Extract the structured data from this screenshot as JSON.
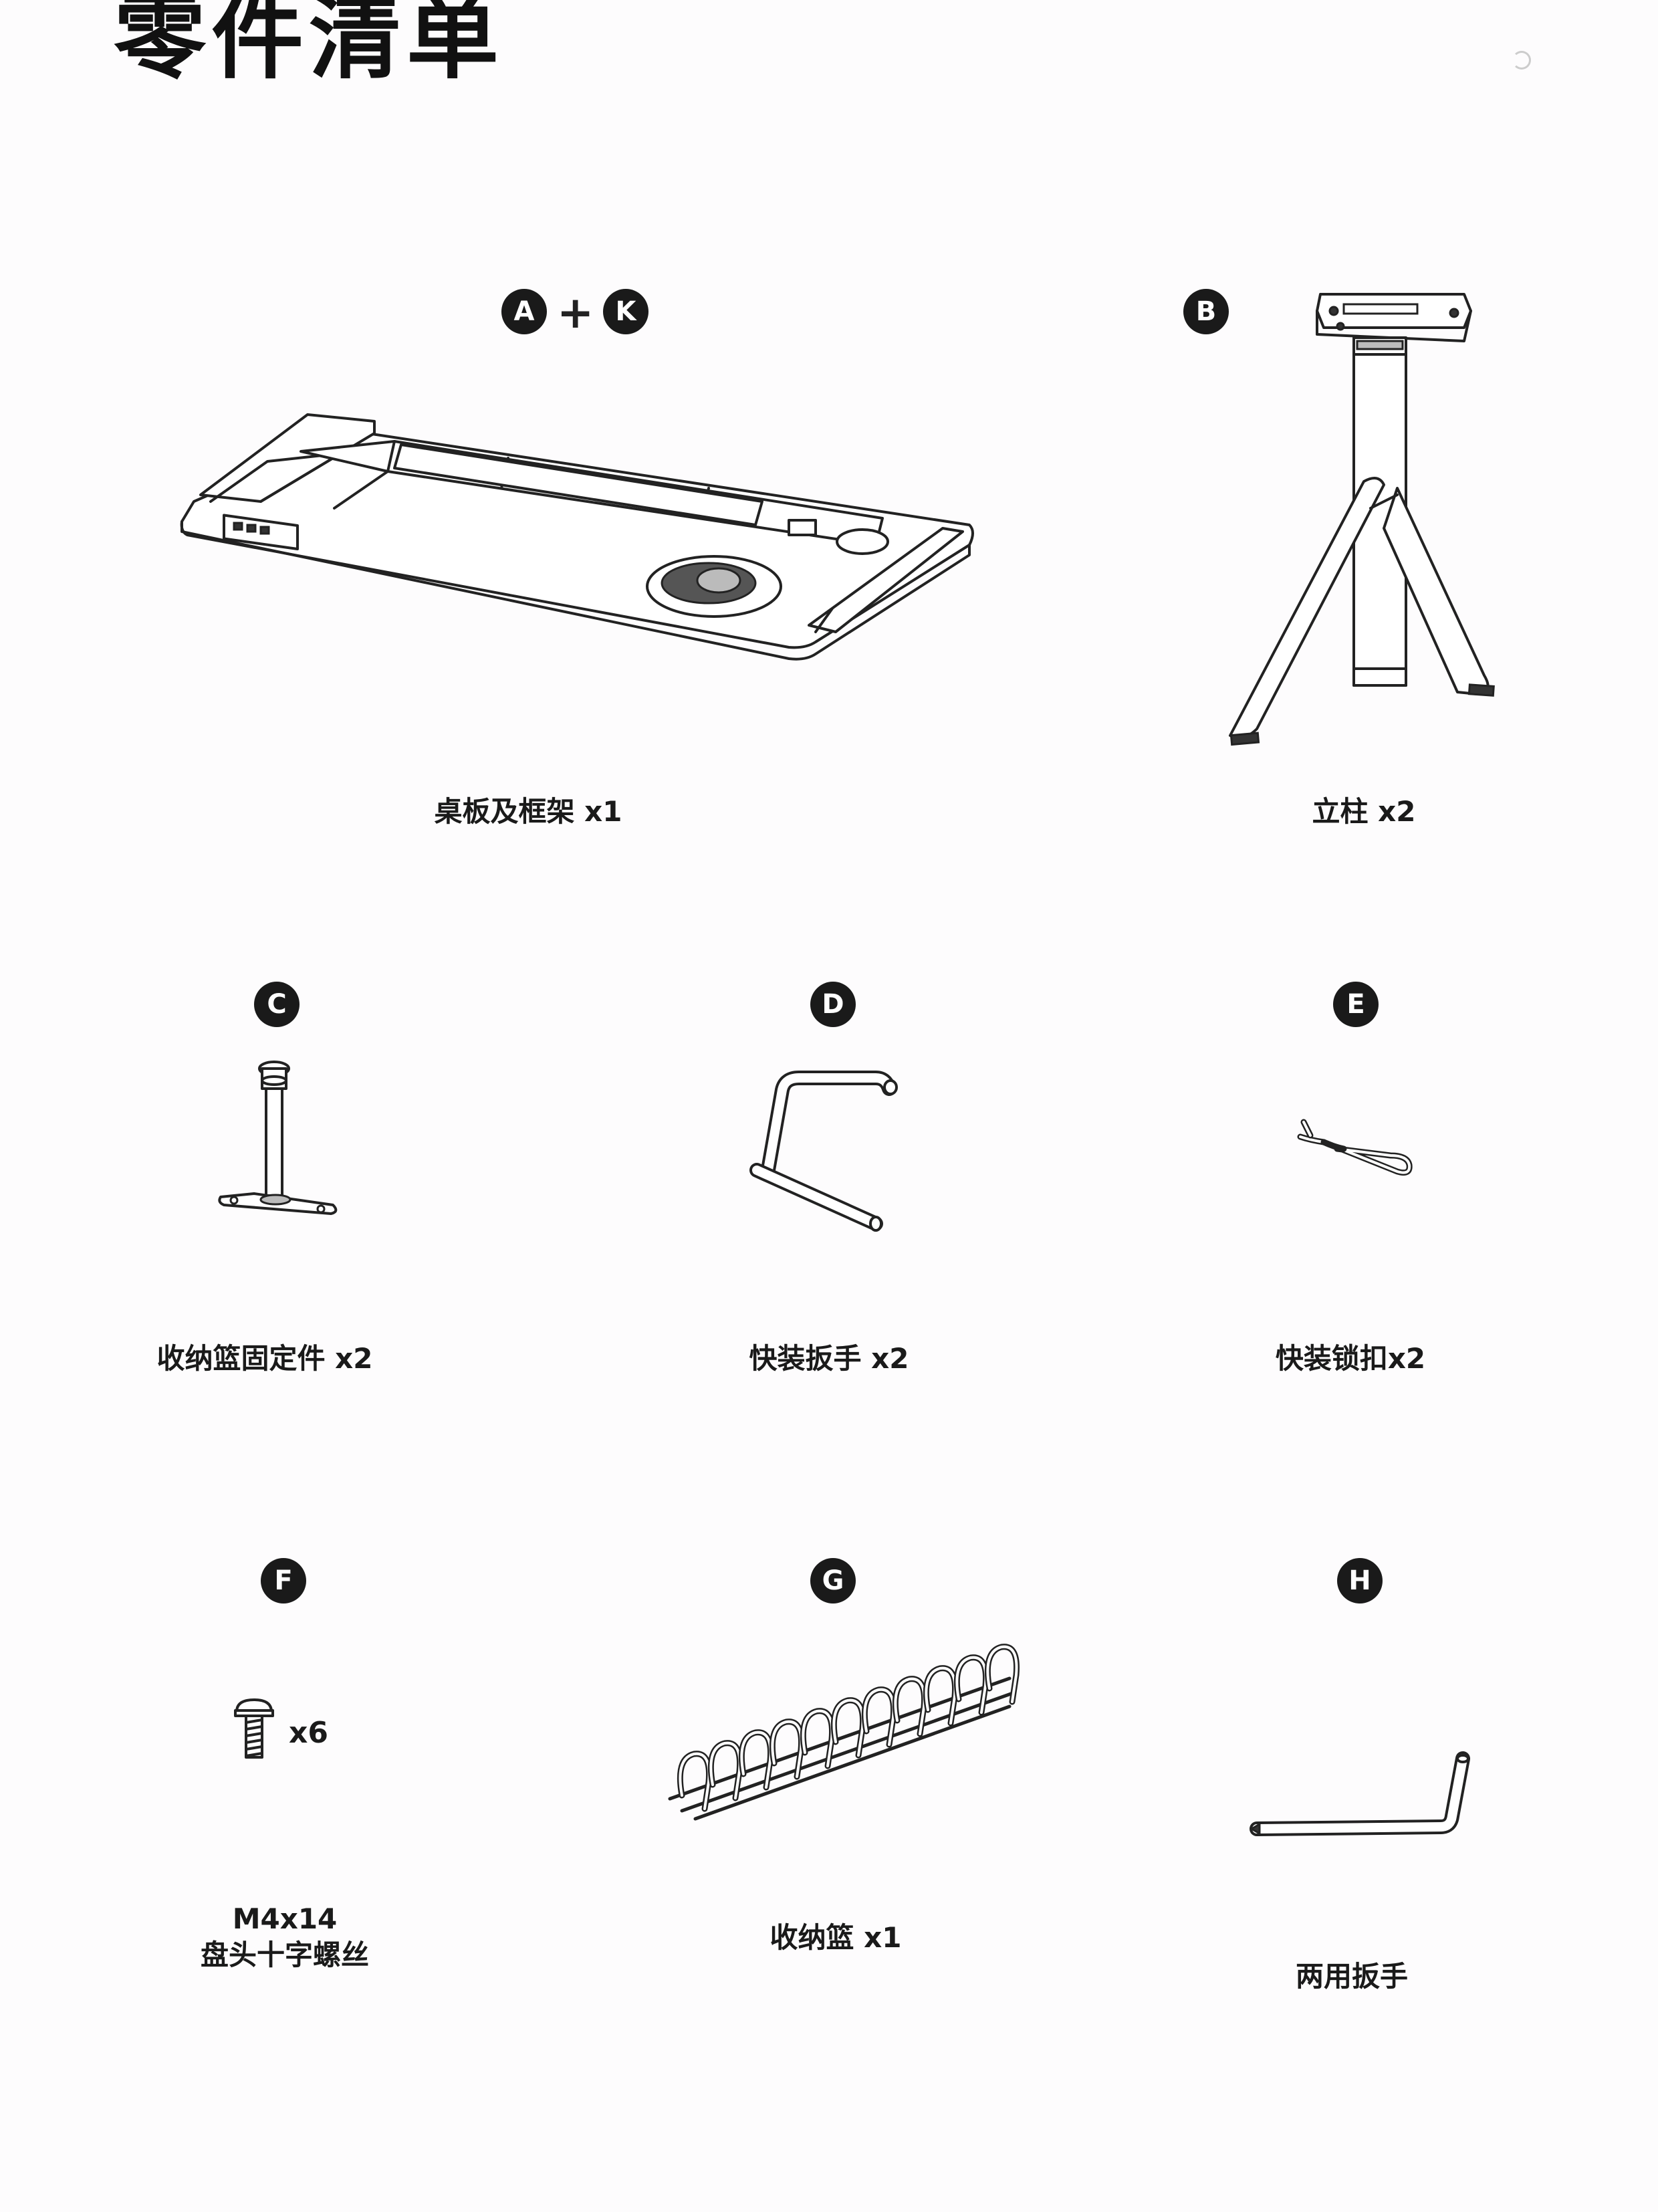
{
  "page": {
    "title": "零件清单"
  },
  "parts": {
    "ak": {
      "badge_a": "A",
      "plus": "+",
      "badge_b": "K",
      "label": "桌板及框架 x1"
    },
    "b": {
      "badge": "B",
      "label": "立柱 x2"
    },
    "c": {
      "badge": "C",
      "label": "收纳篮固定件 x2"
    },
    "d": {
      "badge": "D",
      "label": "快装扳手 x2"
    },
    "e": {
      "badge": "E",
      "label": "快装锁扣x2"
    },
    "f": {
      "badge": "F",
      "quantity": "x6",
      "label_line1": "M4x14",
      "label_line2": "盘头十字螺丝"
    },
    "g": {
      "badge": "G",
      "label": "收纳篮 x1"
    },
    "h": {
      "badge": "H",
      "label": "两用扳手"
    }
  }
}
